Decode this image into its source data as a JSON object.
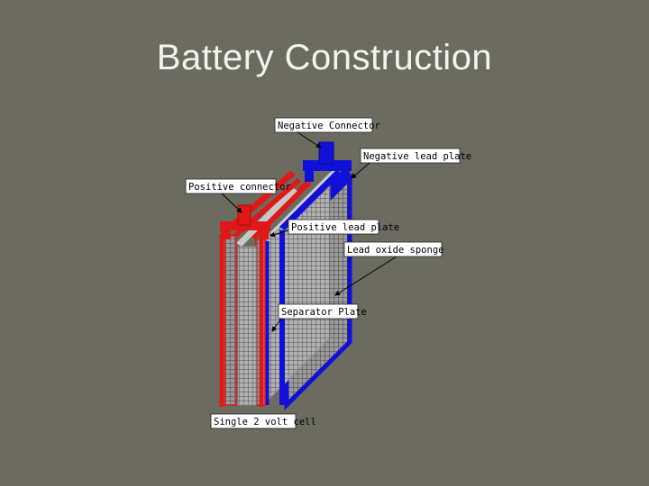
{
  "slide": {
    "title": "Battery Construction"
  },
  "labels": {
    "negative_connector": "Negative Connector",
    "negative_lead_plate": "Negative lead plate",
    "positive_connector": "Positive connector",
    "positive_lead_plate": "Positive lead plate",
    "lead_oxide_sponge": "Lead oxide sponge",
    "separator_plate": "Separator Plate",
    "single_cell": "Single 2 volt cell"
  },
  "colors": {
    "background": "#6b6b5f",
    "negative": "#1010d8",
    "positive": "#e01818",
    "grid_fill": "#9a9a9a",
    "grid_line": "#2a2a2a",
    "label_bg": "#ffffff"
  }
}
